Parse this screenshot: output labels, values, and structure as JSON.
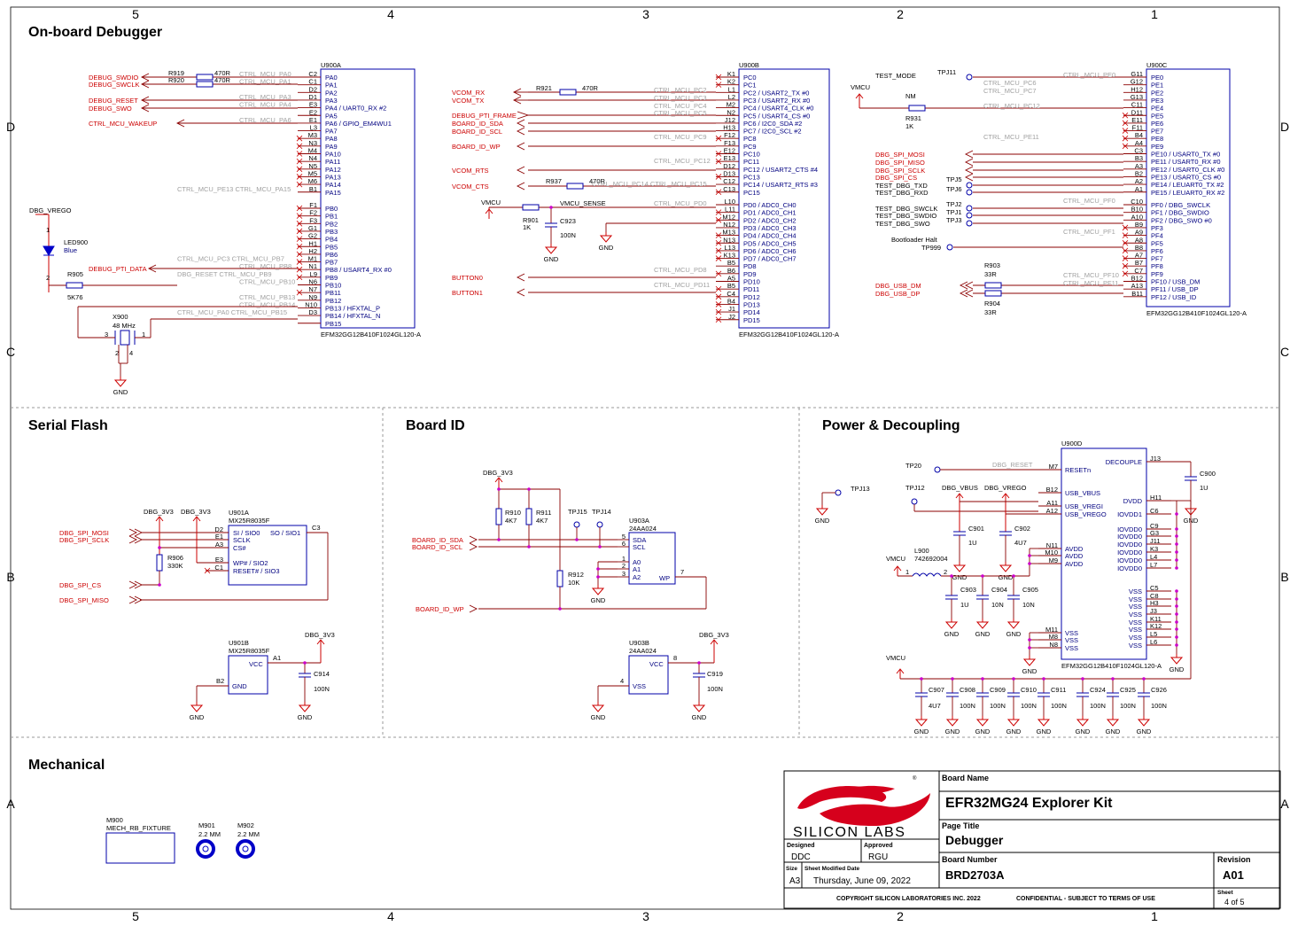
{
  "zones": {
    "cols": [
      "5",
      "4",
      "3",
      "2",
      "1"
    ],
    "rows": [
      "D",
      "C",
      "B",
      "A"
    ]
  },
  "sections": {
    "onboard_debugger": "On-board Debugger",
    "serial_flash": "Serial Flash",
    "board_id": "Board ID",
    "power": "Power & Decoupling",
    "mechanical": "Mechanical"
  },
  "u900a": {
    "ref": "U900A",
    "part": "EFM32GG12B410F1024GL120-A",
    "pins": [
      {
        "num": "C2",
        "name": "PA0"
      },
      {
        "num": "C1",
        "name": "PA1"
      },
      {
        "num": "D2",
        "name": "PA2"
      },
      {
        "num": "D1",
        "name": "PA3"
      },
      {
        "num": "E3",
        "name": "PA4 / UART0_RX #2"
      },
      {
        "num": "E2",
        "name": "PA5"
      },
      {
        "num": "E1",
        "name": "PA6 / GPIO_EM4WU1"
      },
      {
        "num": "L3",
        "name": "PA7"
      },
      {
        "num": "M3",
        "name": "PA8"
      },
      {
        "num": "N3",
        "name": "PA9"
      },
      {
        "num": "M4",
        "name": "PA10"
      },
      {
        "num": "N4",
        "name": "PA11"
      },
      {
        "num": "N5",
        "name": "PA12"
      },
      {
        "num": "M5",
        "name": "PA13"
      },
      {
        "num": "M6",
        "name": "PA14"
      },
      {
        "num": "B1",
        "name": "PA15"
      },
      {
        "num": "F1",
        "name": "PB0"
      },
      {
        "num": "F2",
        "name": "PB1"
      },
      {
        "num": "F3",
        "name": "PB2"
      },
      {
        "num": "G1",
        "name": "PB3"
      },
      {
        "num": "G2",
        "name": "PB4"
      },
      {
        "num": "H1",
        "name": "PB5"
      },
      {
        "num": "H2",
        "name": "PB6"
      },
      {
        "num": "M1",
        "name": "PB7"
      },
      {
        "num": "N1",
        "name": "PB8 / USART4_RX #0"
      },
      {
        "num": "L9",
        "name": "PB9"
      },
      {
        "num": "N6",
        "name": "PB10"
      },
      {
        "num": "N7",
        "name": "PB11"
      },
      {
        "num": "N9",
        "name": "PB12"
      },
      {
        "num": "N10",
        "name": "PB13 / HFXTAL_P"
      },
      {
        "num": "D3",
        "name": "PB14 / HFXTAL_N"
      },
      {
        "num": "",
        "name": "PB15"
      }
    ],
    "nets": [
      {
        "label": "CTRL_MCU_PA0"
      },
      {
        "label": "CTRL_MCU_PA1"
      },
      {
        "label": "CTRL_MCU_PA3"
      },
      {
        "label": "CTRL_MCU_PA4"
      },
      {
        "label": "CTRL_MCU_PA6"
      },
      {
        "label": "CTRL_MCU_PE13 CTRL_MCU_PA15"
      },
      {
        "label": "CTRL_MCU_PC3"
      },
      {
        "label": "CTRL_MCU_PB7"
      },
      {
        "label": "CTRL_MCU_PB8"
      },
      {
        "label": "DBG_RESET"
      },
      {
        "label": "CTRL_MCU_PB9"
      },
      {
        "label": "CTRL_MCU_PB10"
      },
      {
        "label": "CTRL_MCU_PB13"
      },
      {
        "label": "CTRL_MCU_PB14"
      },
      {
        "label": "CTRL_MCU_PA0"
      },
      {
        "label": "CTRL_MCU_PB15"
      }
    ]
  },
  "debugger_left": {
    "signals": [
      "DEBUG_SWDIO",
      "DEBUG_SWCLK",
      "DEBUG_RESET",
      "DEBUG_SWO",
      "CTRL_MCU_WAKEUP",
      "DEBUG_PTI_DATA"
    ],
    "r919": "R919",
    "r920": "R920",
    "r_val": "470R",
    "dbg_vrego": "DBG_VREGO",
    "led": "LED900",
    "led_color": "Blue",
    "r905": "R905",
    "r905_val": "5K76",
    "x900": "X900",
    "x900_val": "48 MHz",
    "gnd": "GND"
  },
  "u900b": {
    "ref": "U900B",
    "part": "EFM32GG12B410F1024GL120-A",
    "pins": [
      {
        "num": "K1",
        "name": "PC0"
      },
      {
        "num": "K2",
        "name": "PC1"
      },
      {
        "num": "L1",
        "name": "PC2 / USART2_TX #0"
      },
      {
        "num": "L2",
        "name": "PC3 / USART2_RX #0"
      },
      {
        "num": "M2",
        "name": "PC4 / USART4_CLK #0"
      },
      {
        "num": "N2",
        "name": "PC5 / USART4_CS #0"
      },
      {
        "num": "J12",
        "name": "PC6 / I2C0_SDA #2"
      },
      {
        "num": "H13",
        "name": "PC7 / I2C0_SCL #2"
      },
      {
        "num": "F12",
        "name": "PC8"
      },
      {
        "num": "F13",
        "name": "PC9"
      },
      {
        "num": "E12",
        "name": "PC10"
      },
      {
        "num": "E13",
        "name": "PC11"
      },
      {
        "num": "D12",
        "name": "PC12 / USART2_CTS #4"
      },
      {
        "num": "D13",
        "name": "PC13"
      },
      {
        "num": "C12",
        "name": "PC14 / USART2_RTS #3"
      },
      {
        "num": "C13",
        "name": "PC15"
      },
      {
        "num": "L10",
        "name": "PD0 / ADC0_CH0"
      },
      {
        "num": "L11",
        "name": "PD1 / ADC0_CH1"
      },
      {
        "num": "M12",
        "name": "PD2 / ADC0_CH2"
      },
      {
        "num": "N12",
        "name": "PD3 / ADC0_CH3"
      },
      {
        "num": "M13",
        "name": "PD4 / ADC0_CH4"
      },
      {
        "num": "N13",
        "name": "PD5 / ADC0_CH5"
      },
      {
        "num": "L13",
        "name": "PD6 / ADC0_CH6"
      },
      {
        "num": "K13",
        "name": "PD7 / ADC0_CH7"
      },
      {
        "num": "B5",
        "name": "PD8"
      },
      {
        "num": "B6",
        "name": "PD9"
      },
      {
        "num": "A5",
        "name": "PD10"
      },
      {
        "num": "B5",
        "name": "PD11"
      },
      {
        "num": "C4",
        "name": "PD12"
      },
      {
        "num": "B4",
        "name": "PD13"
      },
      {
        "num": "J1",
        "name": "PD14"
      },
      {
        "num": "J2",
        "name": "PD15"
      }
    ],
    "signals": [
      "VCOM_RX",
      "VCOM_TX",
      "DEBUG_PTI_FRAME",
      "BOARD_ID_SDA",
      "BOARD_ID_SCL",
      "BOARD_ID_WP",
      "VCOM_RTS",
      "VCOM_CTS",
      "BUTTON0",
      "BUTTON1"
    ],
    "r921": "R921",
    "r937": "R937",
    "r_val": "470R",
    "vmcu": "VMCU",
    "vmcu_sense": "VMCU_SENSE",
    "r901": "R901",
    "r901_val": "1K",
    "c923": "C923",
    "c923_val": "100N",
    "gnd": "GND",
    "nets": [
      "CTRL_MCU_PC2",
      "CTRL_MCU_PC3",
      "CTRL_MCU_PC4",
      "CTRL_MCU_PC5",
      "CTRL_MCU_PC9",
      "CTRL_MCU_PC12",
      "CTRL_MCU_PC14 CTRL_MCU_PC15",
      "CTRL_MCU_PD0",
      "CTRL_MCU_PD8",
      "CTRL_MCU_PD11"
    ]
  },
  "u900c": {
    "ref": "U900C",
    "part": "EFM32GG12B410F1024GL120-A",
    "pins": [
      {
        "num": "G11",
        "name": "PE0"
      },
      {
        "num": "G12",
        "name": "PE1"
      },
      {
        "num": "H12",
        "name": "PE2"
      },
      {
        "num": "G13",
        "name": "PE3"
      },
      {
        "num": "C11",
        "name": "PE4"
      },
      {
        "num": "D11",
        "name": "PE5"
      },
      {
        "num": "E11",
        "name": "PE6"
      },
      {
        "num": "F11",
        "name": "PE7"
      },
      {
        "num": "B4",
        "name": "PE8"
      },
      {
        "num": "A4",
        "name": "PE9"
      },
      {
        "num": "C3",
        "name": "PE10 / USART0_TX #0"
      },
      {
        "num": "B3",
        "name": "PE11 / USART0_RX #0"
      },
      {
        "num": "A3",
        "name": "PE12 / USART0_CLK #0"
      },
      {
        "num": "B2",
        "name": "PE13 / USART0_CS #0"
      },
      {
        "num": "A2",
        "name": "PE14 / LEUART0_TX #2"
      },
      {
        "num": "A1",
        "name": "PE15 / LEUART0_RX #2"
      },
      {
        "num": "C10",
        "name": "PF0 / DBG_SWCLK"
      },
      {
        "num": "B10",
        "name": "PF1 / DBG_SWDIO"
      },
      {
        "num": "A10",
        "name": "PF2 / DBG_SWO #0"
      },
      {
        "num": "B9",
        "name": "PF3"
      },
      {
        "num": "A9",
        "name": "PF4"
      },
      {
        "num": "A8",
        "name": "PF5"
      },
      {
        "num": "B8",
        "name": "PF6"
      },
      {
        "num": "A7",
        "name": "PF7"
      },
      {
        "num": "B7",
        "name": "PF8"
      },
      {
        "num": "C7",
        "name": "PF9"
      },
      {
        "num": "B12",
        "name": "PF10 / USB_DM"
      },
      {
        "num": "A13",
        "name": "PF11 / USB_DP"
      },
      {
        "num": "B11",
        "name": "PF12 / USB_ID"
      }
    ],
    "signals": [
      "TEST_MODE",
      "DBG_SPI_MOSI",
      "DBG_SPI_MISO",
      "DBG_SPI_SCLK",
      "DBG_SPI_CS",
      "TEST_DBG_TXD",
      "TEST_DBG_RXD",
      "TEST_DBG_SWCLK",
      "TEST_DBG_SWDIO",
      "TEST_DBG_SWO",
      "Bootloader Halt",
      "DBG_USB_DM",
      "DBG_USB_DP"
    ],
    "tps": [
      "TPJ11",
      "TPJ5",
      "TPJ6",
      "TPJ2",
      "TPJ1",
      "TPJ3",
      "TP999"
    ],
    "vmcu": "VMCU",
    "nm": "NM",
    "r931": "R931",
    "r931_val": "1K",
    "r903": "R903",
    "r904": "R904",
    "r_usb_val": "33R",
    "nets": [
      "CTRL_MCU_PE0",
      "CTRL_MCU_PC6",
      "CTRL_MCU_PC7",
      "CTRL_MCU_PC12",
      "CTRL_MCU_PE11",
      "CTRL_MCU_PF0",
      "CTRL_MCU_PF1",
      "CTRL_MCU_PF10",
      "CTRL_MCU_PF11"
    ]
  },
  "serial_flash": {
    "u901a": "U901A",
    "part": "MX25R8035F",
    "u901b": "U901B",
    "pins_left": [
      {
        "num": "D2",
        "name": "SI / SIO0"
      },
      {
        "num": "E1",
        "name": "SCLK"
      },
      {
        "num": "A3",
        "name": "CS#"
      },
      {
        "num": "E3",
        "name": "WP# / SIO2"
      },
      {
        "num": "C1",
        "name": "RESET# / SIO3"
      }
    ],
    "pin_right": {
      "num": "C3",
      "name": "SO / SIO1"
    },
    "vcc": {
      "num": "A1",
      "name": "VCC"
    },
    "gnd_pin": {
      "num": "B2",
      "name": "GND"
    },
    "signals": [
      "DBG_SPI_MOSI",
      "DBG_SPI_SCLK",
      "DBG_SPI_CS",
      "DBG_SPI_MISO"
    ],
    "rail": "DBG_3V3",
    "r906": "R906",
    "r906_val": "330K",
    "c914": "C914",
    "c914_val": "100N",
    "gnd": "GND"
  },
  "board_id": {
    "rail": "DBG_3V3",
    "r910": "R910",
    "r911": "R911",
    "r_val": "4K7",
    "r912": "R912",
    "r912_val": "10K",
    "tp15": "TPJ15",
    "tp14": "TPJ14",
    "u903a": "U903A",
    "u903b": "U903B",
    "part": "24AA024",
    "pins": [
      {
        "num": "5",
        "name": "SDA"
      },
      {
        "num": "6",
        "name": "SCL"
      },
      {
        "num": "1",
        "name": "A0"
      },
      {
        "num": "2",
        "name": "A1"
      },
      {
        "num": "3",
        "name": "A2"
      },
      {
        "num": "7",
        "name": "WP"
      }
    ],
    "vcc": {
      "num": "8",
      "name": "VCC"
    },
    "vss": {
      "num": "4",
      "name": "VSS"
    },
    "signals": [
      "BOARD_ID_SDA",
      "BOARD_ID_SCL",
      "BOARD_ID_WP"
    ],
    "c919": "C919",
    "c919_val": "100N",
    "gnd": "GND"
  },
  "power": {
    "u900d": "U900D",
    "part": "EFM32GG12B410F1024GL120-A",
    "left_pins": [
      {
        "num": "M7",
        "name": "RESETn"
      },
      {
        "num": "B12",
        "name": "USB_VBUS"
      },
      {
        "num": "A11",
        "name": "USB_VREGI"
      },
      {
        "num": "A12",
        "name": "USB_VREGO"
      },
      {
        "num": "N11",
        "name": "AVDD"
      },
      {
        "num": "M10",
        "name": "AVDD"
      },
      {
        "num": "M9",
        "name": "AVDD"
      },
      {
        "num": "M11",
        "name": "VSS"
      },
      {
        "num": "M8",
        "name": "VSS"
      },
      {
        "num": "N8",
        "name": "VSS"
      }
    ],
    "right_pins": [
      {
        "num": "J13",
        "name": "DECOUPLE"
      },
      {
        "num": "H11",
        "name": "DVDD"
      },
      {
        "num": "C6",
        "name": "IOVDD1"
      },
      {
        "num": "C9",
        "name": "IOVDD0"
      },
      {
        "num": "G3",
        "name": "IOVDD0"
      },
      {
        "num": "J11",
        "name": "IOVDD0"
      },
      {
        "num": "K3",
        "name": "IOVDD0"
      },
      {
        "num": "L4",
        "name": "IOVDD0"
      },
      {
        "num": "L7",
        "name": "IOVDD0"
      },
      {
        "num": "C5",
        "name": "VSS"
      },
      {
        "num": "C8",
        "name": "VSS"
      },
      {
        "num": "H3",
        "name": "VSS"
      },
      {
        "num": "J3",
        "name": "VSS"
      },
      {
        "num": "K11",
        "name": "VSS"
      },
      {
        "num": "K12",
        "name": "VSS"
      },
      {
        "num": "L5",
        "name": "VSS"
      },
      {
        "num": "L6",
        "name": "VSS"
      }
    ],
    "tp20": "TP20",
    "tpj12": "TPJ12",
    "tpj13": "TPJ13",
    "dbg_reset": "DBG_RESET",
    "dbg_vbus": "DBG_VBUS",
    "dbg_vrego": "DBG_VREGO",
    "vmcu": "VMCU",
    "l900": "L900",
    "l900_val": "742692004",
    "caps": [
      {
        "ref": "C900",
        "val": "1U"
      },
      {
        "ref": "C901",
        "val": "1U"
      },
      {
        "ref": "C902",
        "val": "4U7"
      },
      {
        "ref": "C903",
        "val": "1U"
      },
      {
        "ref": "C904",
        "val": "10N"
      },
      {
        "ref": "C905",
        "val": "10N"
      },
      {
        "ref": "C907",
        "val": "4U7"
      },
      {
        "ref": "C908",
        "val": "100N"
      },
      {
        "ref": "C909",
        "val": "100N"
      },
      {
        "ref": "C910",
        "val": "100N"
      },
      {
        "ref": "C911",
        "val": "100N"
      },
      {
        "ref": "C924",
        "val": "100N"
      },
      {
        "ref": "C925",
        "val": "100N"
      },
      {
        "ref": "C926",
        "val": "100N"
      }
    ],
    "gnd": "GND"
  },
  "mechanical": {
    "m900": "M900",
    "m900_val": "MECH_RB_FIXTURE",
    "m901": "M901",
    "m902": "M902",
    "hole": "2.2 MM"
  },
  "title_block": {
    "logo": "SILICON LABS",
    "board_name_label": "Board Name",
    "board_name": "EFR32MG24 Explorer Kit",
    "page_title_label": "Page Title",
    "page_title": "Debugger",
    "designed_label": "Designed",
    "designed": "DDC",
    "approved_label": "Approved",
    "approved": "RGU",
    "board_number_label": "Board Number",
    "board_number": "BRD2703A",
    "revision_label": "Revision",
    "revision": "A01",
    "size_label": "Size",
    "size": "A3",
    "modified_label": "Sheet Modified Date",
    "modified": "Thursday, June 09, 2022",
    "sheet_label": "Sheet",
    "sheet": "4 of 5",
    "copyright": "COPYRIGHT SILICON LABORATORIES INC. 2022",
    "confidential": "CONFIDENTIAL - SUBJECT TO TERMS OF USE"
  }
}
